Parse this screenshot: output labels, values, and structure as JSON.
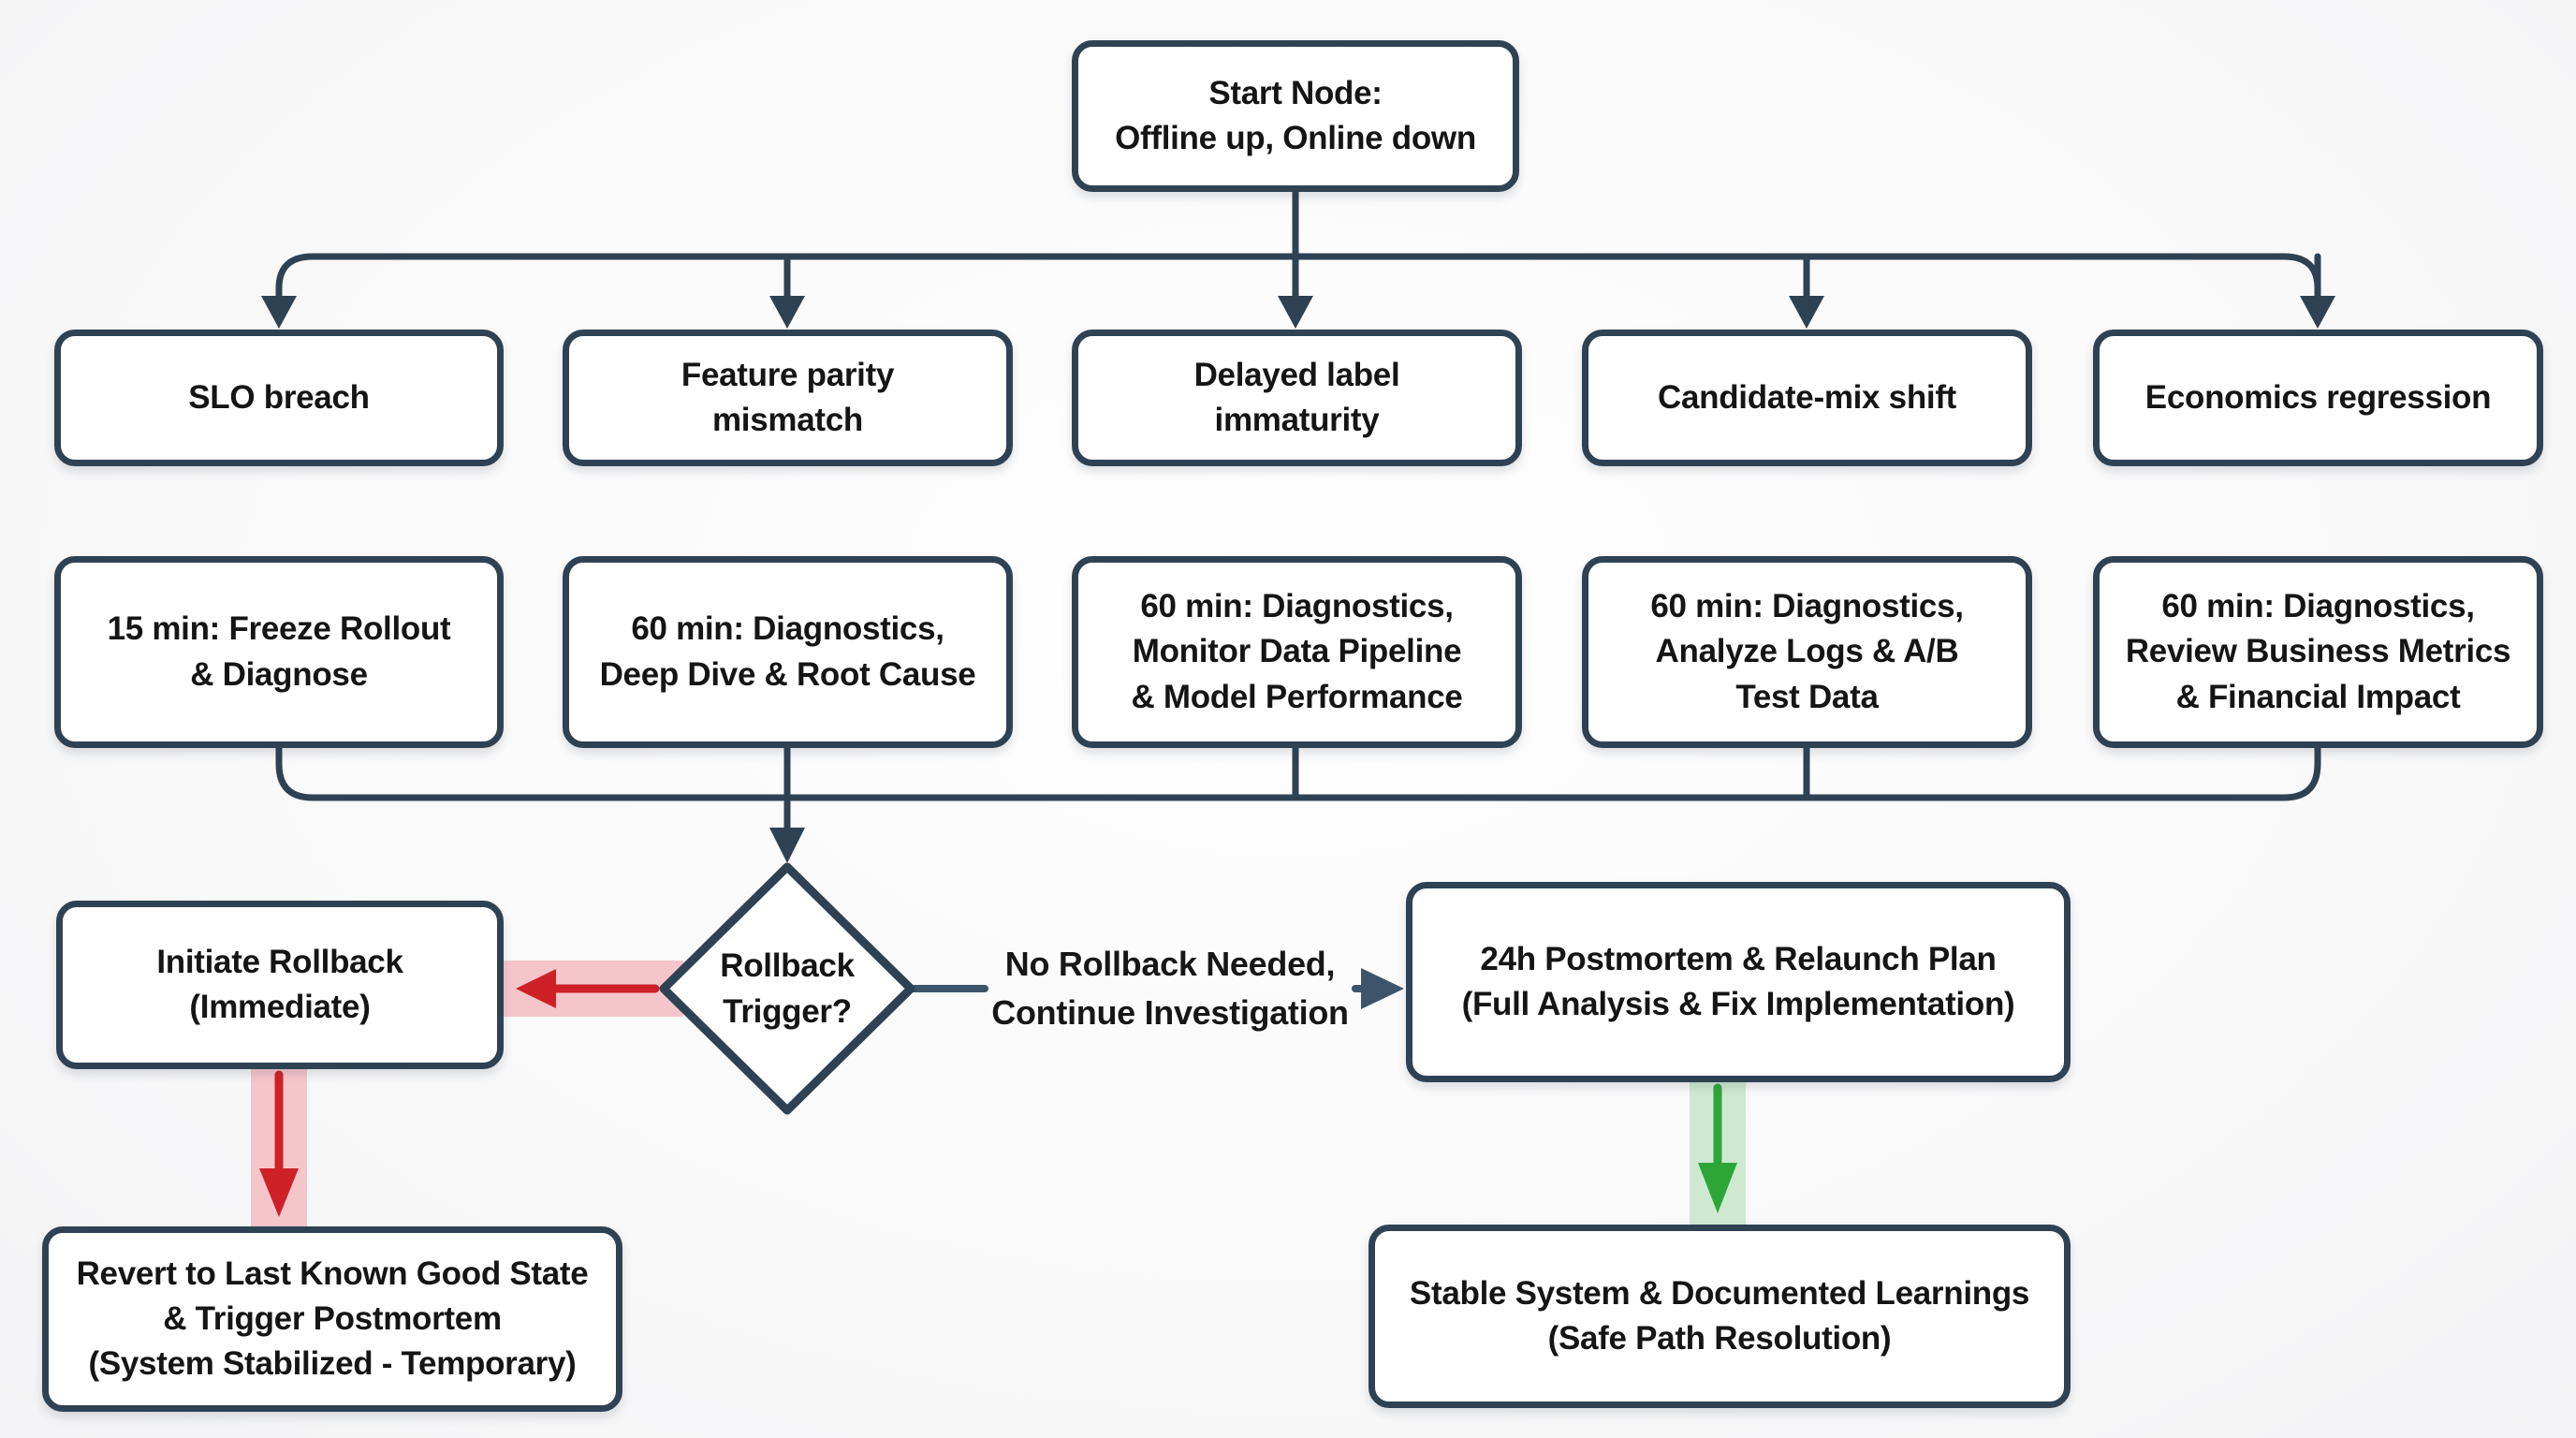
{
  "diagram": {
    "start": {
      "label": "Start Node:\nOffline up, Online down"
    },
    "branches": [
      {
        "trigger": "SLO breach",
        "action": "15 min: Freeze Rollout\n& Diagnose"
      },
      {
        "trigger": "Feature parity\nmismatch",
        "action": "60 min: Diagnostics,\nDeep Dive & Root Cause"
      },
      {
        "trigger": "Delayed label\nimmaturity",
        "action": "60 min: Diagnostics,\nMonitor Data Pipeline\n& Model Performance"
      },
      {
        "trigger": "Candidate-mix shift",
        "action": "60 min: Diagnostics,\nAnalyze Logs & A/B\nTest Data"
      },
      {
        "trigger": "Economics regression",
        "action": "60 min: Diagnostics,\nReview Business Metrics\n& Financial Impact"
      }
    ],
    "decision": {
      "label": "Rollback\nTrigger?"
    },
    "edges": {
      "no_rollback_label": "No Rollback Needed,\nContinue Investigation"
    },
    "rollback_path": {
      "initiate_label": "Initiate Rollback\n(Immediate)",
      "revert_label": "Revert to Last Known Good State\n& Trigger Postmortem\n(System Stabilized - Temporary)"
    },
    "safe_path": {
      "postmortem_label": "24h Postmortem & Relaunch Plan\n(Full Analysis & Fix Implementation)",
      "stable_label": "Stable System & Documented Learnings\n(Safe Path Resolution)"
    },
    "colors": {
      "line": "#2e4254",
      "node_fill": "#ffffff",
      "text": "#151515",
      "rollback_red": "#ce2127",
      "rollback_red_band": "#f5c6c9",
      "safe_green": "#2ea637",
      "safe_green_band": "#cfe9d0",
      "background": "#f7f7f8"
    }
  }
}
